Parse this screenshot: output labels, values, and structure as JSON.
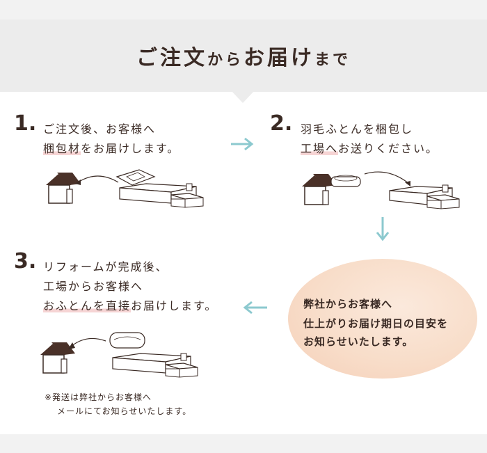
{
  "header": {
    "title_large_1": "ご注文",
    "title_small_1": "から",
    "title_large_2": "お届け",
    "title_small_2": "まで"
  },
  "steps": [
    {
      "number": "1.",
      "line1": "ご注文後、お客様へ",
      "line2_hl": "梱包材",
      "line2_rest": "をお届けします。"
    },
    {
      "number": "2.",
      "line1": "羽毛ふとんを梱包し",
      "line2_hl": "工場へ",
      "line2_rest": "お送りください。"
    },
    {
      "number": "3.",
      "line1": "リフォームが完成後、",
      "line2": "工場からお客様へ",
      "line3_hl": "おふとんを直接",
      "line3_rest": "お届けします。"
    }
  ],
  "info_bubble": {
    "line1": "弊社からお客様へ",
    "line2": "仕上がりお届け期日の目安を",
    "line3": "お知らせいたします。"
  },
  "note": {
    "line1": "※発送は弊社からお客様へ",
    "line2": "メールにてお知らせいたします。"
  },
  "colors": {
    "arrow": "#8cc9cf",
    "text": "#3a2a24",
    "highlight": "#f6d4d4",
    "bubble": "#f8ddc9"
  },
  "icons": [
    "house-icon",
    "factory-icon",
    "package-icon",
    "futon-icon",
    "arrow-right-icon",
    "arrow-down-icon",
    "arrow-left-icon"
  ]
}
